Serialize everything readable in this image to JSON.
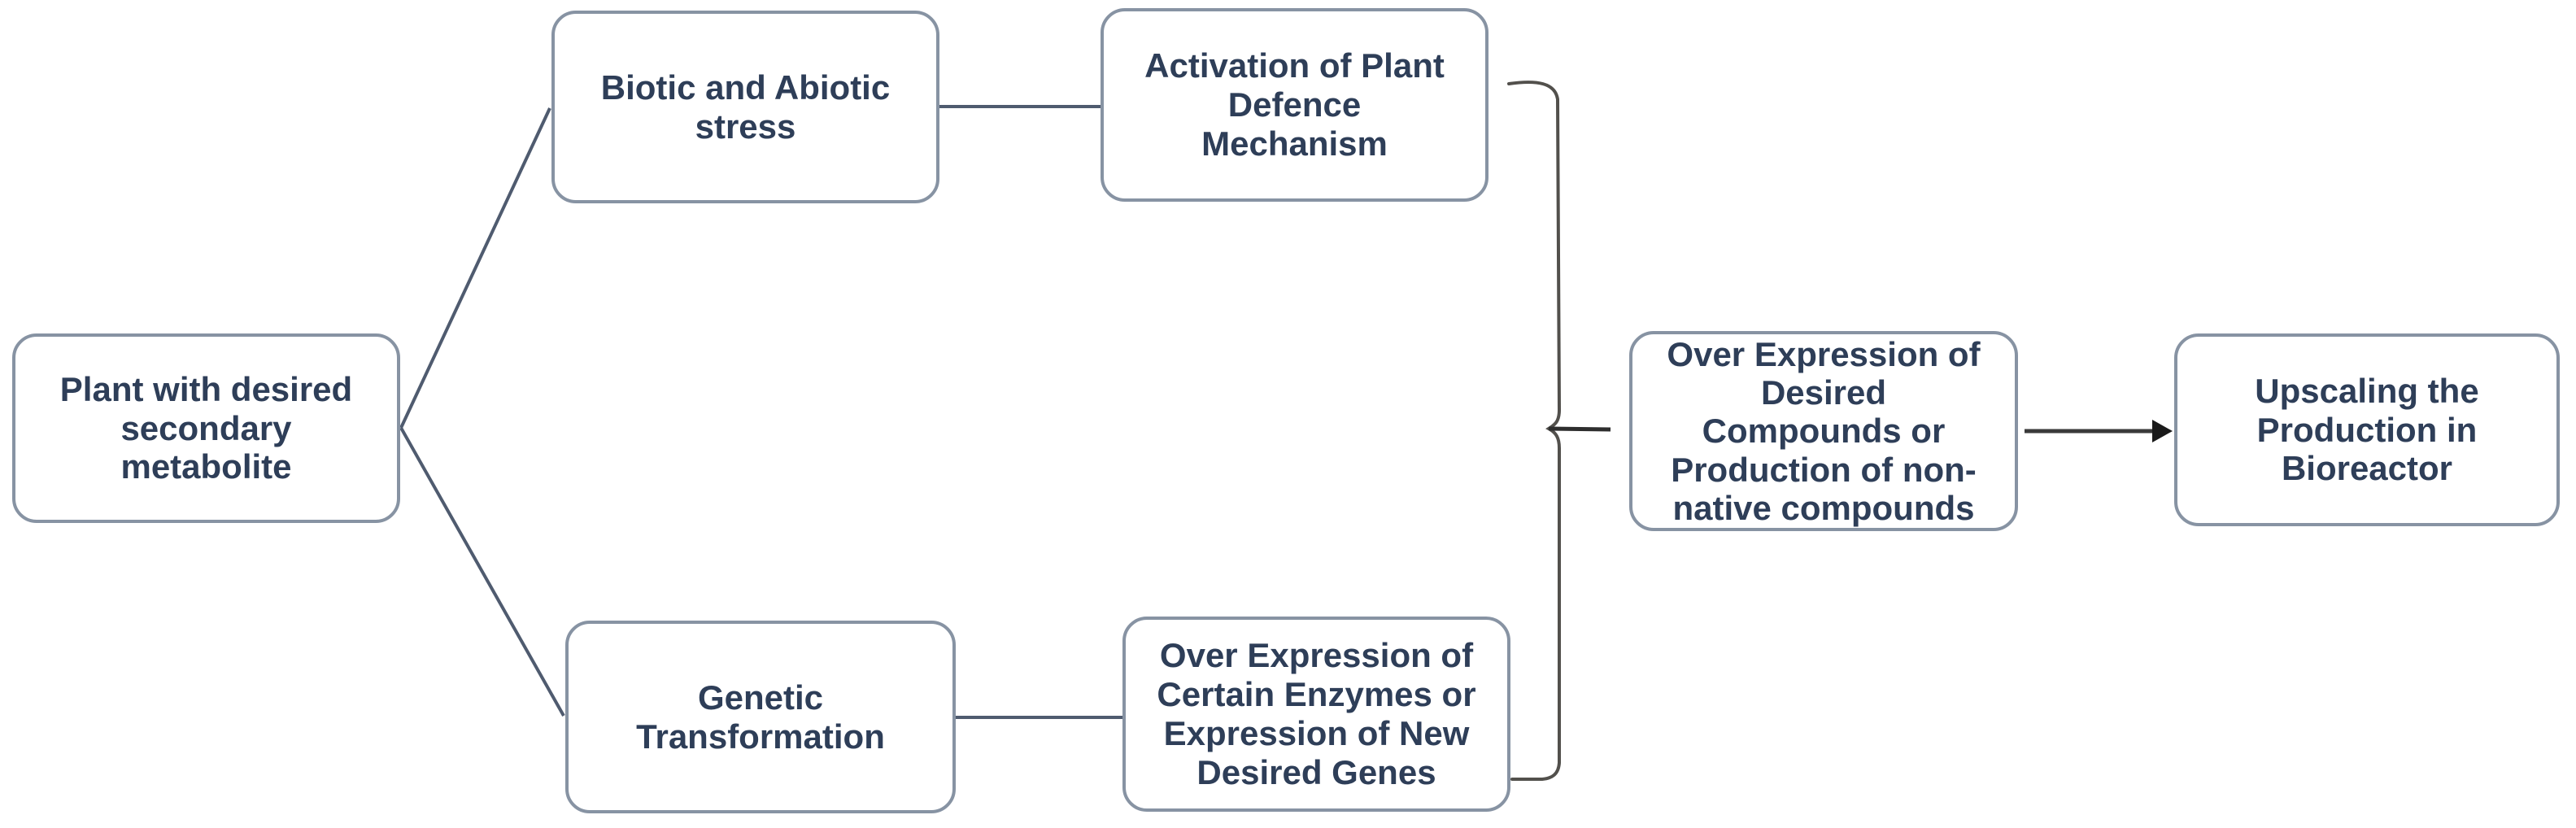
{
  "diagram": {
    "nodes": {
      "plant": {
        "label": "Plant with desired\nsecondary\nmetabolite"
      },
      "stress": {
        "label": "Biotic and Abiotic\nstress"
      },
      "defence": {
        "label": "Activation of Plant\nDefence\nMechanism"
      },
      "genetic": {
        "label": "Genetic\nTransformation"
      },
      "enzymes": {
        "label": "Over Expression of\nCertain Enzymes or\nExpression of New\nDesired Genes"
      },
      "compounds": {
        "label": "Over Expression of\nDesired\nCompounds or\nProduction of non-\nnative compounds"
      },
      "bioreactor": {
        "label": "Upscaling the\nProduction in\nBioreactor"
      }
    },
    "edges": [
      {
        "from": "plant",
        "to": "stress",
        "style": "plain-line"
      },
      {
        "from": "plant",
        "to": "genetic",
        "style": "plain-line"
      },
      {
        "from": "stress",
        "to": "defence",
        "style": "plain-line"
      },
      {
        "from": "genetic",
        "to": "enzymes",
        "style": "plain-line"
      },
      {
        "from": "defence + enzymes",
        "to": "compounds",
        "style": "merge-brace"
      },
      {
        "from": "compounds",
        "to": "bioreactor",
        "style": "arrow"
      }
    ],
    "colors": {
      "background": "#ffffff",
      "node_fill": "#ffffff",
      "node_border": "#8793a3",
      "node_text": "#2e3e58",
      "connector_line": "#4f5b6f",
      "brace": "#52504c",
      "brace_pointer": "#2e2e2e",
      "arrow_line": "#3a3a3a",
      "arrowhead": "#1a1a1a"
    }
  }
}
